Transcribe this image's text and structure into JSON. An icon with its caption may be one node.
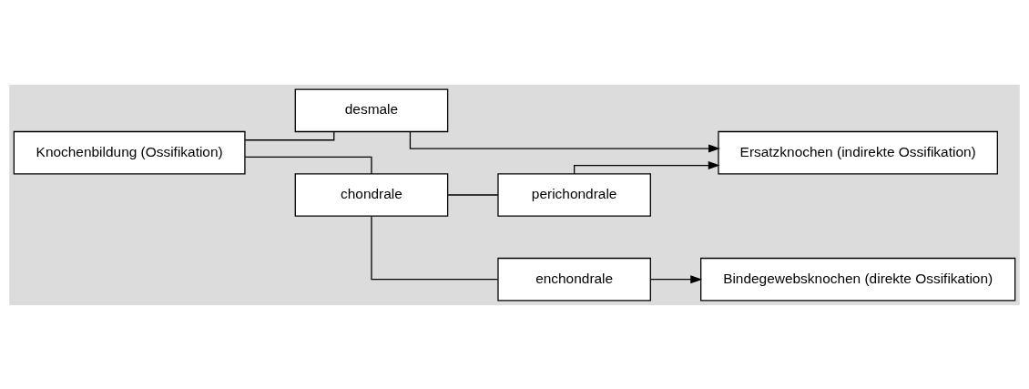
{
  "diagram": {
    "nodes": [
      {
        "text": [
          "Knochenbildung (Ossifikation)"
        ]
      },
      {
        "text": [
          "desmale"
        ]
      },
      {
        "text": [
          "chondrale"
        ]
      },
      {
        "text": [
          "perichondrale"
        ]
      },
      {
        "text": [
          "enchondrale"
        ]
      },
      {
        "text": [
          "Ersatzknochen (indirekte Ossifikation)"
        ]
      },
      {
        "text": [
          "Bindegewebsknochen (direkte Ossifikation)"
        ]
      }
    ],
    "edges": [
      {
        "from": 0,
        "to": 1,
        "arrow": "none"
      },
      {
        "from": 0,
        "to": 2,
        "arrow": "none"
      },
      {
        "from": 1,
        "to": 5,
        "arrow": "to"
      },
      {
        "from": 2,
        "to": 3,
        "arrow": "none"
      },
      {
        "from": 2,
        "to": 4,
        "arrow": "none"
      },
      {
        "from": 3,
        "to": 5,
        "arrow": "to"
      },
      {
        "from": 4,
        "to": 6,
        "arrow": "to"
      }
    ]
  }
}
